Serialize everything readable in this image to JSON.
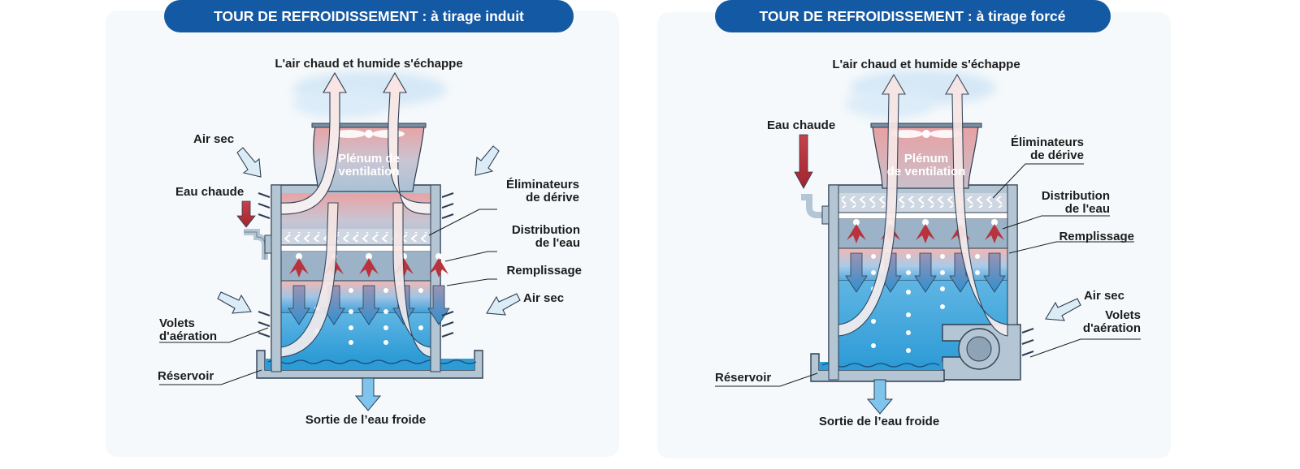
{
  "colors": {
    "title_bg": "#1459a3",
    "panel_bg": "#f6f9fb",
    "hot": "#b8333d",
    "water": "#2fa2dc",
    "air": "#dcecf7",
    "structure": "#aabcca",
    "outline": "#2d3e52"
  },
  "panels": [
    {
      "title": "TOUR DE REFROIDISSEMENT : à tirage induit",
      "labels": {
        "exhaust": "L'air chaud et humide s'échappe",
        "dry_air_top": "Air sec",
        "hot_water": "Eau chaude",
        "plenum_1": "Plénum de",
        "plenum_2": "ventilation",
        "drift_1": "Éliminateurs",
        "drift_2": "de dérive",
        "dist_1": "Distribution",
        "dist_2": "de l'eau",
        "fill": "Remplissage",
        "dry_air_side": "Air sec",
        "louvers_1": "Volets",
        "louvers_2": "d'aération",
        "basin": "Réservoir",
        "outlet": "Sortie de l’eau froide"
      }
    },
    {
      "title": "TOUR DE REFROIDISSEMENT : à tirage forcé",
      "labels": {
        "exhaust": "L'air chaud et humide s'échappe",
        "hot_water": "Eau chaude",
        "plenum_1": "Plénum",
        "plenum_2": "de ventilation",
        "drift_1": "Éliminateurs",
        "drift_2": "de dérive",
        "dist_1": "Distribution",
        "dist_2": "de l'eau",
        "fill": "Remplissage",
        "dry_air": "Air sec",
        "louvers_1": "Volets",
        "louvers_2": "d'aération",
        "basin": "Réservoir",
        "outlet": "Sortie de l’eau froide"
      }
    }
  ]
}
